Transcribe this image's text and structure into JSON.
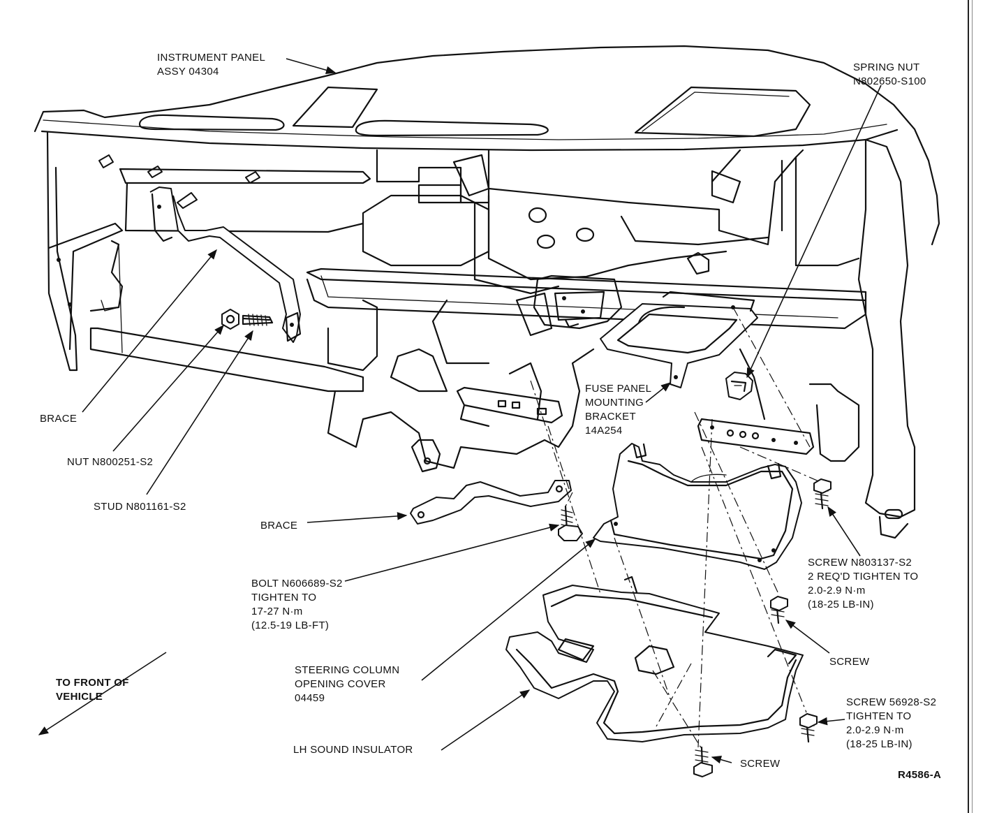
{
  "callouts": {
    "instrument_panel": [
      "INSTRUMENT PANEL",
      "ASSY 04304"
    ],
    "spring_nut": [
      "SPRING NUT",
      "N802650-S100"
    ],
    "brace_left": [
      "BRACE"
    ],
    "nut": [
      "NUT N800251-S2"
    ],
    "stud": [
      "STUD N801161-S2"
    ],
    "fuse_panel": [
      "FUSE PANEL",
      "MOUNTING",
      "BRACKET",
      "14A254"
    ],
    "brace_lower": [
      "BRACE"
    ],
    "bolt": [
      "BOLT N606689-S2",
      "TIGHTEN TO",
      "17-27 N·m",
      "(12.5-19 LB-FT)"
    ],
    "screw_n803137": [
      "SCREW N803137-S2",
      "2 REQ'D TIGHTEN TO",
      "2.0-2.9 N·m",
      "(18-25 LB-IN)"
    ],
    "screw_mid": [
      "SCREW"
    ],
    "steering_cover": [
      "STEERING COLUMN",
      "OPENING COVER",
      "04459"
    ],
    "front_of_vehicle": [
      "TO FRONT OF",
      "VEHICLE"
    ],
    "screw_56928": [
      "SCREW 56928-S2",
      "TIGHTEN TO",
      "2.0-2.9 N·m",
      "(18-25 LB-IN)"
    ],
    "lh_insulator": [
      "LH SOUND INSULATOR"
    ],
    "screw_bottom": [
      "SCREW"
    ],
    "figure_id": [
      "R4586-A"
    ]
  }
}
